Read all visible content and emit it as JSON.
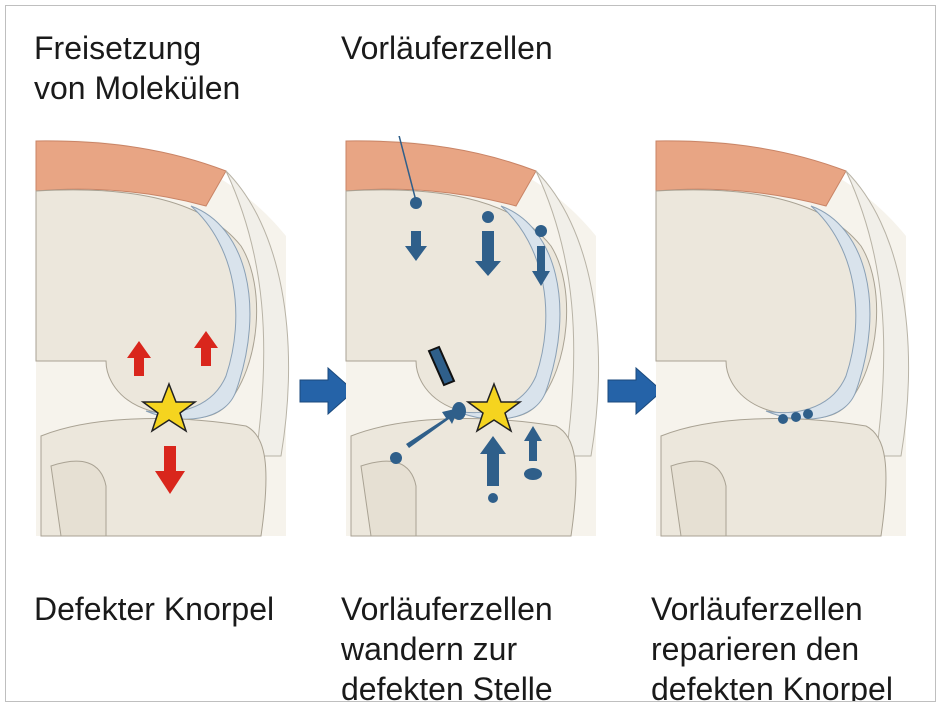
{
  "top_labels": {
    "release_line1": "Freisetzung",
    "release_line2": "von Molekülen",
    "progenitor": "Vorläuferzellen"
  },
  "captions": {
    "panel1": [
      "Defekter Knorpel"
    ],
    "panel2": [
      "Vorläuferzellen",
      "wandern zur",
      "defekten Stelle"
    ],
    "panel3": [
      "Vorläuferzellen",
      "reparieren den",
      "defekten Knorpel"
    ]
  },
  "colors": {
    "muscle": "#e8a584",
    "bone": "#ece7dc",
    "cartilage": "#d9e3ec",
    "cell": "#2f5f8a",
    "signal_arrow": "#d9261c",
    "flow_arrow": "#2563a8",
    "defect_star": "#f5d41f"
  }
}
